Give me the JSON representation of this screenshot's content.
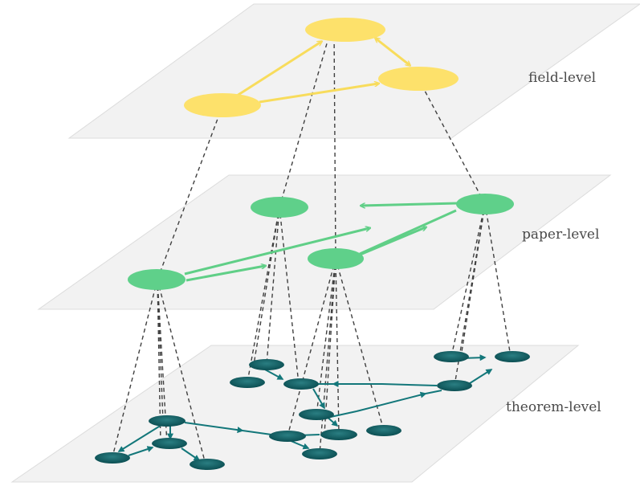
{
  "levels": {
    "field": "field-level",
    "paper": "paper-level",
    "theorem": "theorem-level"
  },
  "colors": {
    "plane": "#f2f2f2",
    "plane_edge": "#dcdcdc",
    "field_node": "#fde16b",
    "field_edge": "#f8dc5c",
    "paper_node": "#5fd08a",
    "paper_edge": "#60cf87",
    "theorem_node": "#0f5f63",
    "theorem_edge": "#13777a",
    "dashed": "#404040"
  }
}
